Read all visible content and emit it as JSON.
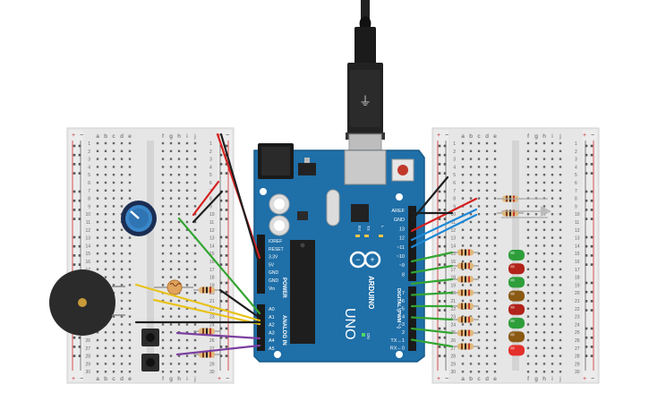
{
  "breadboard_left": {
    "columns": [
      "a",
      "b",
      "c",
      "d",
      "e",
      "f",
      "g",
      "h",
      "i",
      "j"
    ],
    "rows": [
      "1",
      "2",
      "3",
      "4",
      "5",
      "6",
      "7",
      "8",
      "9",
      "10",
      "11",
      "12",
      "13",
      "14",
      "15",
      "16",
      "17",
      "18",
      "19",
      "20",
      "21",
      "22",
      "23",
      "24",
      "25",
      "26",
      "27",
      "28",
      "29",
      "30"
    ],
    "rail_plus": "+",
    "rail_minus": "−"
  },
  "breadboard_right": {
    "columns": [
      "a",
      "b",
      "c",
      "d",
      "e",
      "f",
      "g",
      "h",
      "i",
      "j"
    ],
    "rows": [
      "1",
      "2",
      "3",
      "4",
      "5",
      "6",
      "7",
      "8",
      "9",
      "10",
      "11",
      "12",
      "13",
      "14",
      "15",
      "16",
      "17",
      "18",
      "19",
      "20",
      "21",
      "22",
      "23",
      "24",
      "25",
      "26",
      "27",
      "28",
      "29",
      "30"
    ],
    "rail_plus": "+",
    "rail_minus": "−"
  },
  "arduino": {
    "brand": "ARDUINO",
    "model": "UNO",
    "reset_label": "RESET",
    "on_label": "ON",
    "l_label": "L",
    "tx_label": "TX",
    "rx_label": "RX",
    "power_header": "POWER",
    "analog_header": "ANALOG IN",
    "digital_header": "DIGITAL (PWM ~)",
    "power_pins": [
      "IOREF",
      "RESET",
      "3.3V",
      "5V",
      "GND",
      "GND",
      "Vin"
    ],
    "analog_pins": [
      "A0",
      "A1",
      "A2",
      "A3",
      "A4",
      "A5"
    ],
    "digital_top": [
      "AREF",
      "GND",
      "13",
      "12",
      "~11",
      "~10",
      "~9",
      "8"
    ],
    "digital_bottom": [
      "7",
      "~6",
      "~5",
      "4",
      "~3",
      "2",
      "TX→1",
      "RX←0"
    ]
  },
  "leds": {
    "colors": [
      "#2e9e3a",
      "#b2231b",
      "#2e9e3a",
      "#8a5a14",
      "#b2231b",
      "#2e9e3a",
      "#8a5a14",
      "#e3302b"
    ]
  },
  "wire_colors": {
    "red": "#d6201f",
    "black": "#1e1e1e",
    "green": "#33a532",
    "blue": "#1e88d6",
    "yellow": "#e8c21a",
    "purple": "#7b3fa0"
  },
  "board_color": "#1f6fa8"
}
